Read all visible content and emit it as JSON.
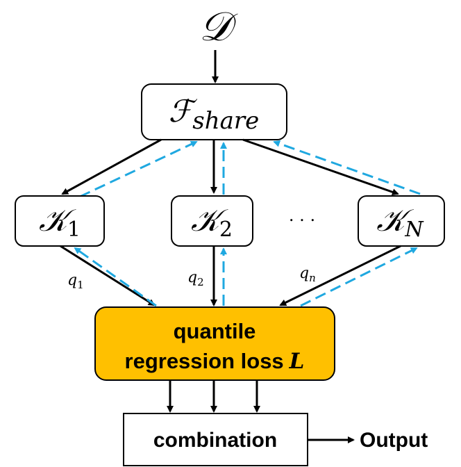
{
  "input": {
    "symbol": "𝒟"
  },
  "shared": {
    "symbol": "ℱ",
    "subscript": "share"
  },
  "heads": [
    {
      "symbol": "𝒦",
      "subscript": "1"
    },
    {
      "symbol": "𝒦",
      "subscript": "2"
    },
    {
      "symbol": "𝒦",
      "subscript": "N"
    }
  ],
  "ellipsis": ". . .",
  "quantile_labels": [
    {
      "var": "q",
      "sub": "1"
    },
    {
      "var": "q",
      "sub": "2"
    },
    {
      "var": "q",
      "sub": "n"
    }
  ],
  "loss": {
    "line1": "quantile",
    "line2": "regression loss",
    "symbol": "L"
  },
  "combination": {
    "label": "combination"
  },
  "output": {
    "label": "Output"
  },
  "colors": {
    "box_fill": "#ffffff",
    "loss_fill": "#FFC000",
    "arrow": "#000000",
    "backprop": "#1FA8E0"
  }
}
